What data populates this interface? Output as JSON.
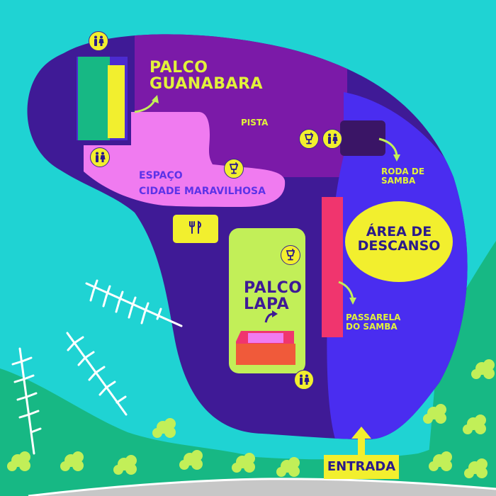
{
  "labels": {
    "palco_guanabara": [
      "PALCO",
      "GUANABARA"
    ],
    "pista": "PISTA",
    "espaco": [
      "ESPAÇO",
      "CIDADE MARAVILHOSA"
    ],
    "roda": [
      "RODA DE",
      "SAMBA"
    ],
    "area_descanso": [
      "ÁREA DE",
      "DESCANSO"
    ],
    "palco_lapa": [
      "PALCO",
      "LAPA"
    ],
    "passarela": [
      "PASSARELA",
      "DO SAMBA"
    ],
    "entrada": "ENTRADA"
  },
  "icons": {
    "restroom": "restroom-icon",
    "drink": "drink-icon",
    "food": "food-icon"
  },
  "colors": {
    "water": "#1fd3d3",
    "park_green": "#17b884",
    "venue_dark": "#3f1a96",
    "venue_purple": "#7b1aa8",
    "venue_blue": "#4a2df0",
    "espaco_pink": "#f07bf0",
    "lapa_green": "#c2ef58",
    "accent_yellow": "#f2ef2e",
    "passarela_pink": "#f0356e",
    "road_gray": "#c7c7c7"
  }
}
